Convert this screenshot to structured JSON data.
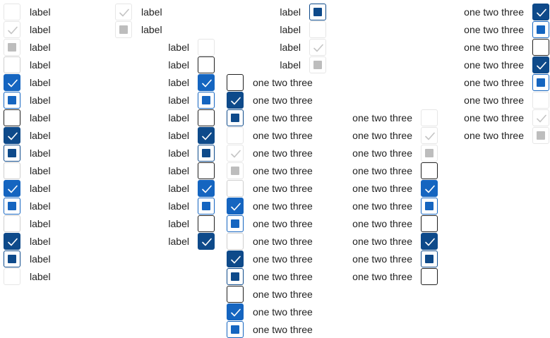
{
  "labels": {
    "short": "label",
    "long": "one two three"
  },
  "state_legend": {
    "n": "unchecked",
    "uf": "unchecked, disabled",
    "h": "unchecked, hover",
    "f": "unchecked, focused",
    "c": "checked",
    "cf": "checked, focused",
    "cd": "checked, disabled",
    "i": "indeterminate",
    "if": "indeterminate, focused",
    "id": "indeterminate, disabled",
    "ud": "checked, disabled (faded)",
    "ui": "indeterminate, disabled (faded)"
  },
  "colors": {
    "accent": "#1565c0",
    "accent_dark": "#0e4a8a",
    "disabled_fill": "#bdbdbd",
    "disabled_check": "#c4c4c4"
  },
  "groups": [
    {
      "id": "col1-label-right",
      "text": "short",
      "states": [
        "uf",
        "ud",
        "ui",
        "n",
        "c",
        "i",
        "f",
        "cd",
        "id",
        "n",
        "c",
        "i",
        "n",
        "cd",
        "id",
        "uf"
      ]
    },
    {
      "id": "col2-label-right-disabled",
      "text": "short",
      "states": [
        "ud",
        "ui"
      ]
    },
    {
      "id": "col3-label-left",
      "text": "short",
      "states": [
        "id",
        "uf",
        "ud",
        "ui",
        "uf",
        "f",
        "c",
        "i",
        "f",
        "cd",
        "id",
        "f",
        "c",
        "i",
        "f",
        "cd"
      ]
    },
    {
      "id": "col4-long-label-right",
      "text": "long",
      "states": [
        "f",
        "cd",
        "id",
        "uf",
        "ud",
        "ui",
        "n",
        "c",
        "i",
        "n",
        "cd",
        "id",
        "f",
        "c",
        "i"
      ]
    },
    {
      "id": "col5-long-label-left",
      "text": "long",
      "states": [
        "uf",
        "ud",
        "ui",
        "f",
        "c",
        "i",
        "f",
        "cd",
        "id",
        "f"
      ]
    },
    {
      "id": "col6-long-label-left",
      "text": "long",
      "states": [
        "cd",
        "i",
        "f",
        "cd",
        "i",
        "uf",
        "ud",
        "ui"
      ]
    }
  ]
}
